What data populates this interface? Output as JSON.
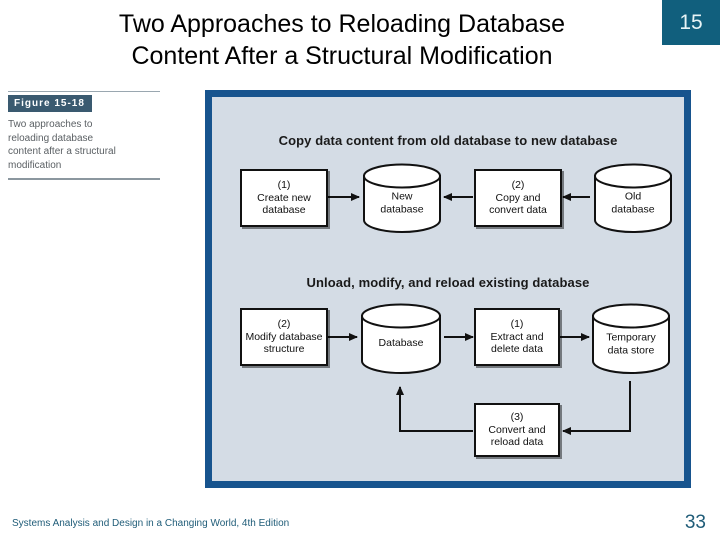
{
  "slide": {
    "title_line1": "Two Approaches to Reloading Database",
    "title_line2": "Content After a Structural Modification",
    "page_badge": "15"
  },
  "figure_caption": {
    "label": "Figure 15-18",
    "line1": "Two approaches to",
    "line2": "reloading database",
    "line3": "content after a structural",
    "line4": "modification"
  },
  "diagram": {
    "section1": {
      "heading": "Copy data content from old database to new database",
      "nodes": [
        {
          "id": "create-new-database",
          "kind": "process",
          "number": "(1)",
          "label_line1": "Create new",
          "label_line2": "database"
        },
        {
          "id": "new-database",
          "kind": "datastore",
          "label_line1": "New",
          "label_line2": "database"
        },
        {
          "id": "copy-and-convert-data",
          "kind": "process",
          "number": "(2)",
          "label_line1": "Copy and",
          "label_line2": "convert data"
        },
        {
          "id": "old-database",
          "kind": "datastore",
          "label_line1": "Old",
          "label_line2": "database"
        }
      ]
    },
    "section2": {
      "heading": "Unload, modify, and reload existing database",
      "nodes": [
        {
          "id": "modify-database-structure",
          "kind": "process",
          "number": "(2)",
          "label_line1": "Modify database",
          "label_line2": "structure"
        },
        {
          "id": "database",
          "kind": "datastore",
          "label_line1": "Database",
          "label_line2": ""
        },
        {
          "id": "extract-and-delete-data",
          "kind": "process",
          "number": "(1)",
          "label_line1": "Extract and",
          "label_line2": "delete data"
        },
        {
          "id": "temporary-data-store",
          "kind": "datastore",
          "label_line1": "Temporary",
          "label_line2": "data store"
        },
        {
          "id": "convert-and-reload-data",
          "kind": "process",
          "number": "(3)",
          "label_line1": "Convert and",
          "label_line2": "reload data"
        }
      ]
    }
  },
  "footer": {
    "source": "Systems Analysis and Design in a Changing World, 4th Edition",
    "page_number": "33"
  },
  "colors": {
    "frame_border": "#17548E",
    "frame_fill": "#D4DCE5",
    "badge_bg": "#115F7D",
    "caption_label_bg": "#3A5A70",
    "footer_text": "#1F5C78"
  }
}
